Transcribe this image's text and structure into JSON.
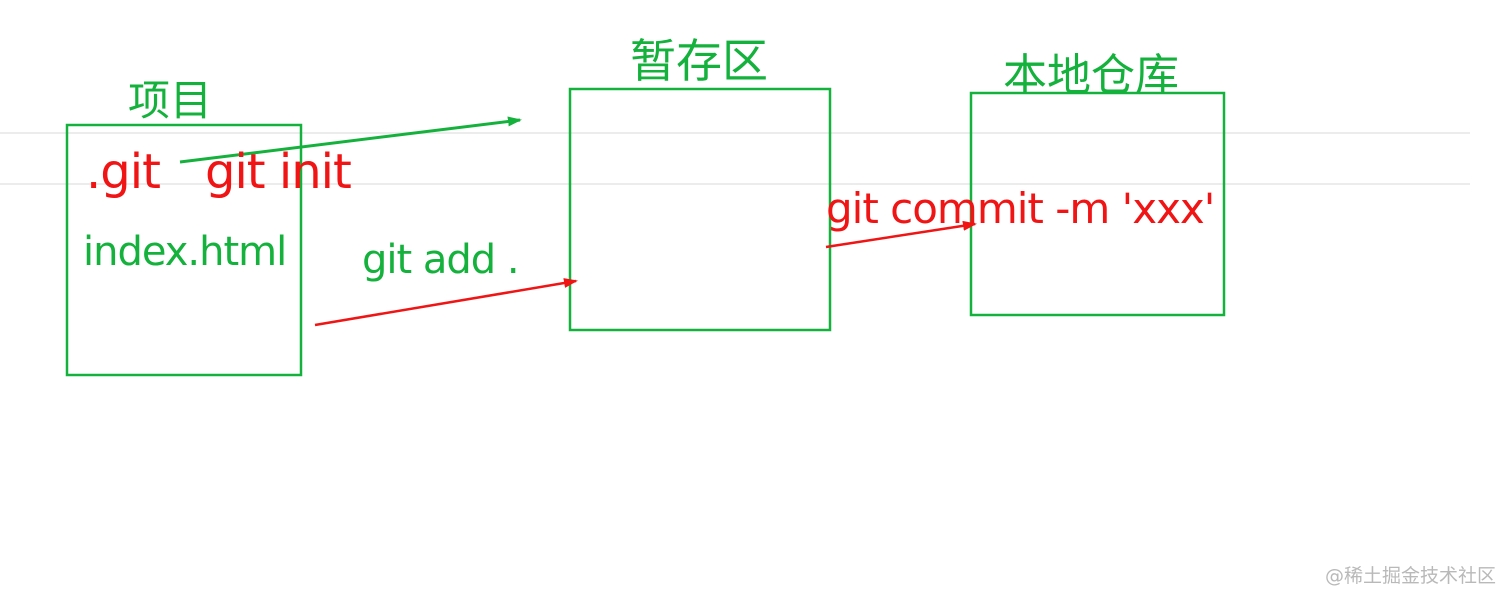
{
  "diagram": {
    "labels": {
      "project": "项目",
      "staging": "暂存区",
      "local_repo": "本地仓库"
    },
    "texts": {
      "dot_git": ".git",
      "git_init": "git init",
      "index_html": "index.html",
      "git_add": "git add .",
      "git_commit": "git commit -m 'xxx'"
    },
    "colors": {
      "green": "#14b23c",
      "red": "#f01414",
      "guide_line": "#ececec"
    }
  },
  "watermark": "@稀土掘金技术社区"
}
